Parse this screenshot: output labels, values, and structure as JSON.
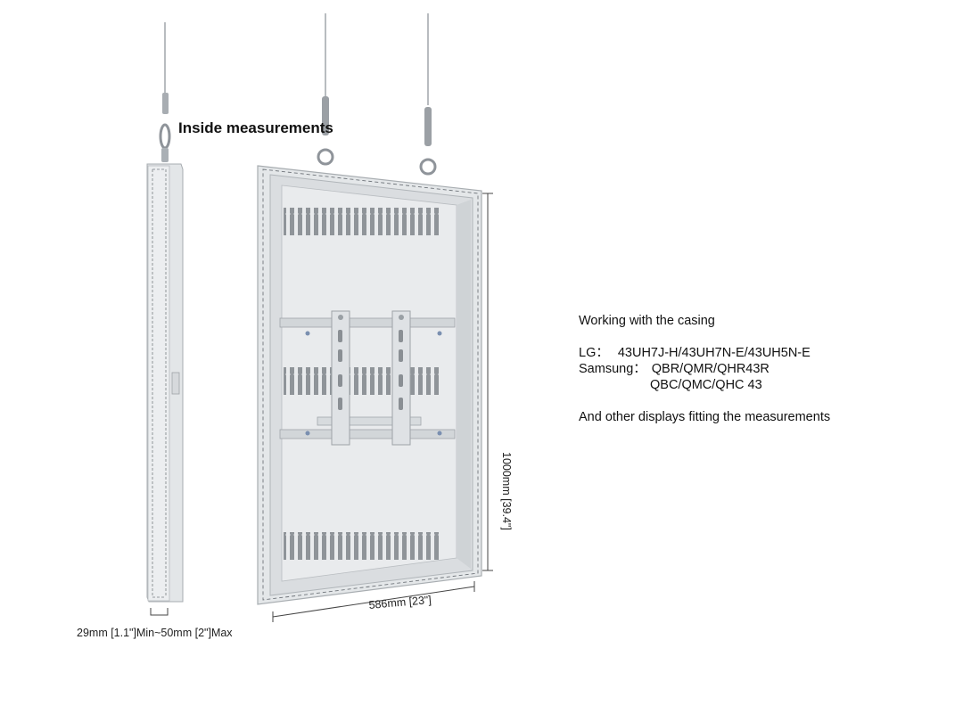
{
  "title": "Inside measurements",
  "dimensions": {
    "depth": "29mm [1.1\"]Min~50mm [2\"]Max",
    "width": "586mm [23\"]",
    "height": "1000mm [39.4\"]"
  },
  "info": {
    "heading": "Working with the casing",
    "lg_label": "LG：",
    "lg_models": "43UH7J-H/43UH7N-E/43UH5N-E",
    "samsung_label": "Samsung：",
    "samsung_models_1": "QBR/QMR/QHR43R",
    "samsung_models_2": "QBC/QMC/QHC 43",
    "footer": "And other displays fitting the measurements"
  },
  "colors": {
    "casing": "#e6e8ea",
    "casing_dark": "#cfd3d6",
    "slot": "#8a8f94",
    "line": "#555555"
  }
}
